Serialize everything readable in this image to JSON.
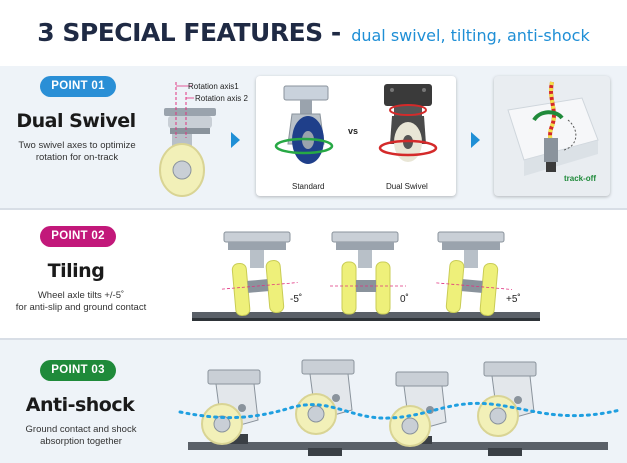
{
  "header": {
    "title_main": "3 SPECIAL FEATURES -",
    "title_sub": "dual swivel, tilting, anti-shock"
  },
  "colors": {
    "point01": "#2a8fd6",
    "point02": "#c2187a",
    "point03": "#1f8a3a",
    "wheel": "#f2f0b8",
    "accent_blue": "#1f8fd6"
  },
  "sections": [
    {
      "badge": "POINT 01",
      "title": "Dual Swivel",
      "description": "Two swivel axes to optimize\nrotation for on-track",
      "labels": {
        "axis1": "Rotation axis1",
        "axis2": "Rotation axis 2",
        "standard": "Standard",
        "vs": "vs",
        "dual": "Dual Swivel",
        "track_off": "track-off"
      }
    },
    {
      "badge": "POINT 02",
      "title": "Tiling",
      "description": "Wheel axle tilts +/-5˚\nfor anti-slip and ground contact",
      "angles": [
        "-5˚",
        "0˚",
        "+5˚"
      ]
    },
    {
      "badge": "POINT 03",
      "title": "Anti-shock",
      "description": "Ground contact and shock\nabsorption together"
    }
  ]
}
